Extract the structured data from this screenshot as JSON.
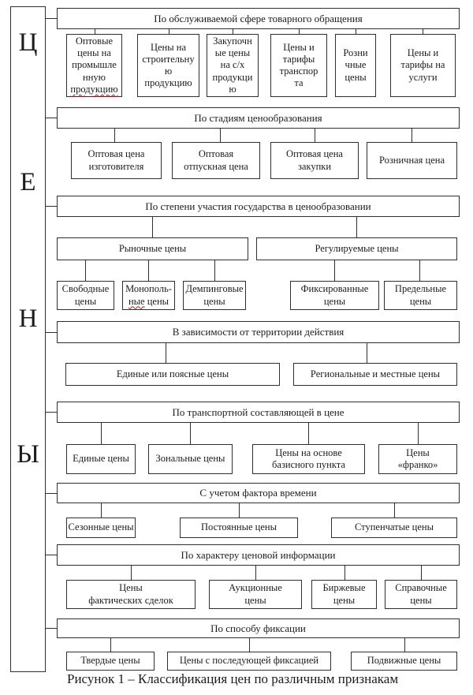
{
  "figure": {
    "left_rail_letters": [
      "Ц",
      "Е",
      "Н",
      "Ы"
    ],
    "caption": "Рисунок 1 – Классификация цен по различным признакам"
  },
  "colors": {
    "line": "#2e2e2e",
    "spell_underline": "#b01818",
    "background": "#ffffff"
  },
  "sections": [
    {
      "header": "По обслуживаемой сфере товарного обращения",
      "children": [
        {
          "text": "Оптовые\nцены на\nпромышле\nнную",
          "spell": "продукцию"
        },
        {
          "text": "Цены на\nстроительну\nю\nпродукцию"
        },
        {
          "text": "Закупочн\nые цены\nна с/х\nпродукци\nю"
        },
        {
          "text": "Цены и\nтарифы\nтранспор\nта"
        },
        {
          "text": "Розни\nчные\nцены"
        },
        {
          "text": "Цены и\nтарифы на\nуслуги"
        }
      ]
    },
    {
      "header": "По стадиям ценообразования",
      "children": [
        {
          "text": "Оптовая цена\nизготовителя"
        },
        {
          "text": "Оптовая\nотпускная цена"
        },
        {
          "text": "Оптовая цена\nзакупки"
        },
        {
          "text": "Розничная цена"
        }
      ]
    },
    {
      "header": "По степени участия государства в ценообразовании",
      "groups": [
        {
          "text": "Рыночные цены"
        },
        {
          "text": "Регулируемые цены"
        }
      ],
      "children": [
        {
          "text": "Свободные\nцены"
        },
        {
          "text": "Монополь-",
          "spell": "ные",
          "rest": " цены"
        },
        {
          "text": "Демпинговые\nцены"
        },
        {
          "text": "Фиксированные\nцены"
        },
        {
          "text": "Предельные\nцены"
        }
      ]
    },
    {
      "header": "В зависимости от территории действия",
      "children": [
        {
          "text": "Единые или поясные цены"
        },
        {
          "text": "Региональные и местные цены"
        }
      ]
    },
    {
      "header": "По транспортной составляющей в цене",
      "children": [
        {
          "text": "Единые цены"
        },
        {
          "text": "Зональные цены"
        },
        {
          "text": "Цены на основе\nбазисного пункта"
        },
        {
          "text": "Цены\n«франко»"
        }
      ]
    },
    {
      "header": "С учетом фактора времени",
      "children": [
        {
          "text": "Сезонные цены"
        },
        {
          "text": "Постоянные цены"
        },
        {
          "text": "Ступенчатые цены"
        }
      ]
    },
    {
      "header": "По характеру ценовой информации",
      "children": [
        {
          "text": "Цены\nфактических сделок"
        },
        {
          "text": "Аукционные\nцены"
        },
        {
          "text": "Биржевые\nцены"
        },
        {
          "text": "Справочные\nцены"
        }
      ]
    },
    {
      "header": "По способу фиксации",
      "children": [
        {
          "text": "Твердые цены"
        },
        {
          "text": "Цены с последующей фиксацией"
        },
        {
          "text": "Подвижные цены"
        }
      ]
    }
  ]
}
